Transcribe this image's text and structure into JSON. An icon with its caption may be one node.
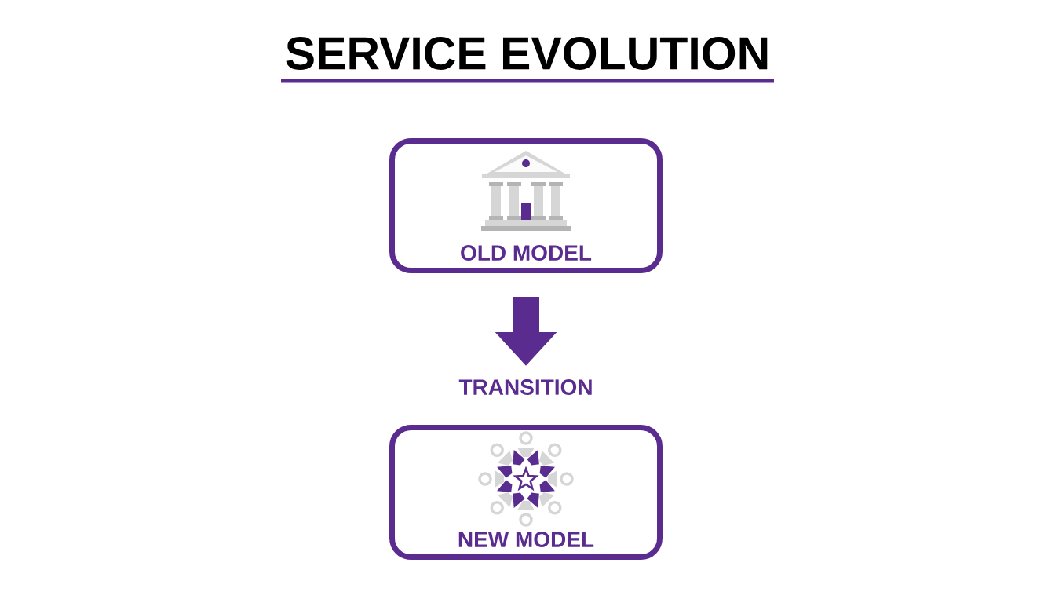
{
  "diagram": {
    "title": "SERVICE EVOLUTION",
    "nodes": [
      {
        "text": [
          "OLD MODEL"
        ]
      },
      {
        "text": [
          "TRANSITION"
        ]
      },
      {
        "text": [
          "NEW MODEL"
        ]
      }
    ],
    "edges": [
      {
        "from": 0,
        "to": 1,
        "arrow": "to"
      }
    ]
  }
}
